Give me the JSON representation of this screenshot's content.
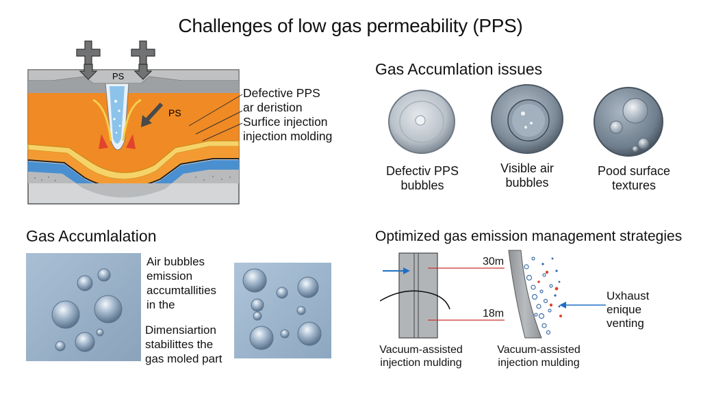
{
  "title": "Challenges of low gas permeability (PPS)",
  "cross_section": {
    "mold_label": "PS",
    "part_label": "PS",
    "callouts": [
      "Defective PPS",
      "ar deristion",
      "Surfice injection",
      "injection molding"
    ]
  },
  "gas_issues": {
    "heading": "Gas Accumlation issues",
    "items": [
      {
        "line1": "Defectiv PPS",
        "line2": "bubbles"
      },
      {
        "line1": "Visible air",
        "line2": "bubbles"
      },
      {
        "line1": "Pood surface",
        "line2": "textures"
      }
    ]
  },
  "gas_accumulation": {
    "heading": "Gas Accumlalation",
    "text1": [
      "Air bubbles",
      "emission",
      "accumtallities",
      "in the"
    ],
    "text2": [
      "Dimensiartion",
      "stabilittes the",
      "gas moled part"
    ]
  },
  "strategies": {
    "heading": "Optimized gas emission management strategies",
    "dim_top": "30m",
    "dim_bottom": "18m",
    "caption_left": [
      "Vacuum-assisted",
      "injection mulding"
    ],
    "caption_right": [
      "Vacuum-assisted",
      "injection mulding"
    ],
    "side_label": [
      "Uxhaust",
      "enique",
      "venting"
    ]
  },
  "colors": {
    "orange": "#f08a24",
    "blue": "#4a8fd0",
    "red": "#d8342a",
    "gray": "#a9abad"
  }
}
